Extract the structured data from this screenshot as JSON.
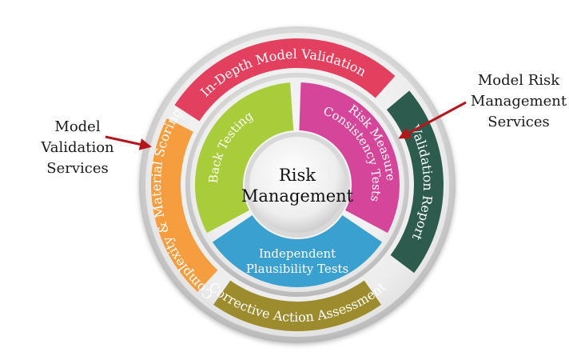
{
  "center": {
    "line1": "Risk",
    "line2": "Management"
  },
  "inner_ring": {
    "back_testing": "Back Testing",
    "risk_measure_line1": "Risk Measure",
    "risk_measure_line2": "Consistency Tests",
    "plausibility_line1": "Independent",
    "plausibility_line2": "Plausibility Tests"
  },
  "outer_ring": {
    "in_depth": "In-Depth Model Validation",
    "validation_report": "Validation Report",
    "corrective_action": "Corrective Action Assessment",
    "complexity": "Complexity & Material Scoring"
  },
  "callouts": {
    "left": [
      "Model",
      "Validation",
      "Services"
    ],
    "right": [
      "Model Risk",
      "Management",
      "Services"
    ]
  },
  "colors": {
    "back_testing": "#a8cc3a",
    "risk_measure": "#d5459a",
    "plausibility": "#3aa0cf",
    "in_depth": "#e2405e",
    "validation_report": "#2d5c4e",
    "corrective_action": "#9d8c2d",
    "complexity": "#f59d3f",
    "arrow": "#b5161c"
  }
}
